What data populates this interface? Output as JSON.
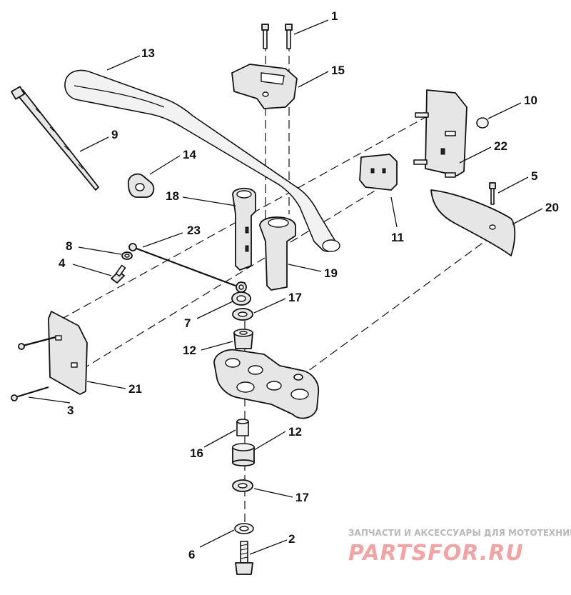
{
  "callouts": {
    "c1": "1",
    "c2": "2",
    "c3": "3",
    "c4": "4",
    "c5": "5",
    "c6": "6",
    "c7": "7",
    "c8": "8",
    "c9": "9",
    "c10": "10",
    "c11": "11",
    "c12a": "12",
    "c12b": "12",
    "c13": "13",
    "c14": "14",
    "c15": "15",
    "c16": "16",
    "c17a": "17",
    "c17b": "17",
    "c18": "18",
    "c19": "19",
    "c20": "20",
    "c21": "21",
    "c22": "22",
    "c23": "23"
  },
  "watermark": {
    "tagline": "ЗАПЧАСТИ И АКСЕССУАРЫ ДЛЯ МОТОТЕХНИКИ",
    "logo": "PARTSFOR.RU"
  }
}
